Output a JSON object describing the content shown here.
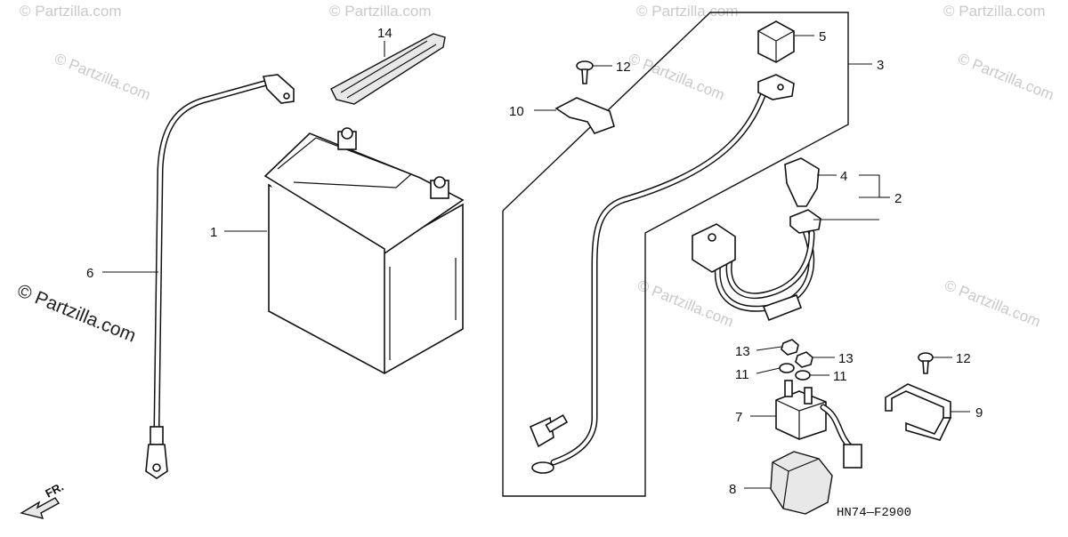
{
  "watermarks": {
    "text": "© Partzilla.com",
    "foreground_text": "© Partzilla.com"
  },
  "diagram_code": "HN74—F2900",
  "direction_label": "FR.",
  "callouts": {
    "c1": "1",
    "c2": "2",
    "c3": "3",
    "c4": "4",
    "c5": "5",
    "c6": "6",
    "c7": "7",
    "c8": "8",
    "c9": "9",
    "c10": "10",
    "c11a": "11",
    "c11b": "11",
    "c12a": "12",
    "c12b": "12",
    "c13a": "13",
    "c13b": "13",
    "c14": "14"
  },
  "parts": [
    {
      "ref": "1",
      "icon": "battery-icon"
    },
    {
      "ref": "2",
      "icon": "starter-cable-icon"
    },
    {
      "ref": "3",
      "icon": "battery-cable-icon"
    },
    {
      "ref": "4",
      "icon": "terminal-cap-icon"
    },
    {
      "ref": "5",
      "icon": "terminal-cap-icon"
    },
    {
      "ref": "6",
      "icon": "ground-cable-icon"
    },
    {
      "ref": "7",
      "icon": "starter-relay-icon"
    },
    {
      "ref": "8",
      "icon": "relay-rubber-cover-icon"
    },
    {
      "ref": "9",
      "icon": "relay-bracket-icon"
    },
    {
      "ref": "10",
      "icon": "plate-bracket-icon"
    },
    {
      "ref": "11",
      "icon": "washer-icon"
    },
    {
      "ref": "12",
      "icon": "screw-icon"
    },
    {
      "ref": "13",
      "icon": "nut-icon"
    },
    {
      "ref": "14",
      "icon": "battery-band-icon"
    }
  ]
}
